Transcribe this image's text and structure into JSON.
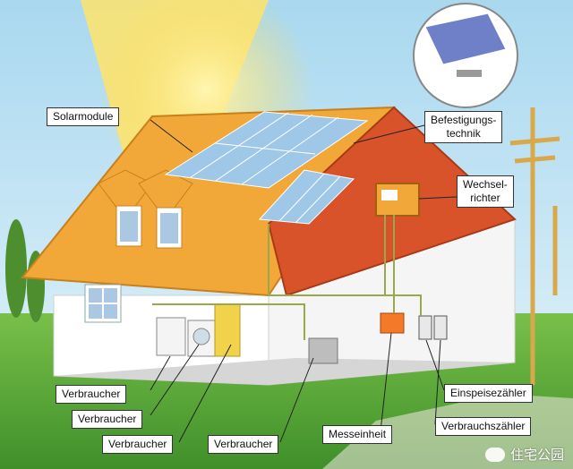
{
  "labels": {
    "solarmodule": "Solarmodule",
    "befestigungstechnik": "Befestigungs-\ntechnik",
    "wechselrichter": "Wechsel-\nrichter",
    "einspeisezaehler": "Einspeisezähler",
    "verbrauchszaehler": "Verbrauchszähler",
    "messeinheit": "Messeinheit",
    "verbraucher": [
      "Verbraucher",
      "Verbraucher",
      "Verbraucher",
      "Verbraucher"
    ]
  },
  "watermark": "住宅公园",
  "colors": {
    "sky": "#bfe4f5",
    "grass": "#5aa83a",
    "roof_front": "#f0a030",
    "roof_side": "#d9532a",
    "wall": "#ffffff",
    "sun": "#ffd84a",
    "panel": "#9fc8e8"
  }
}
